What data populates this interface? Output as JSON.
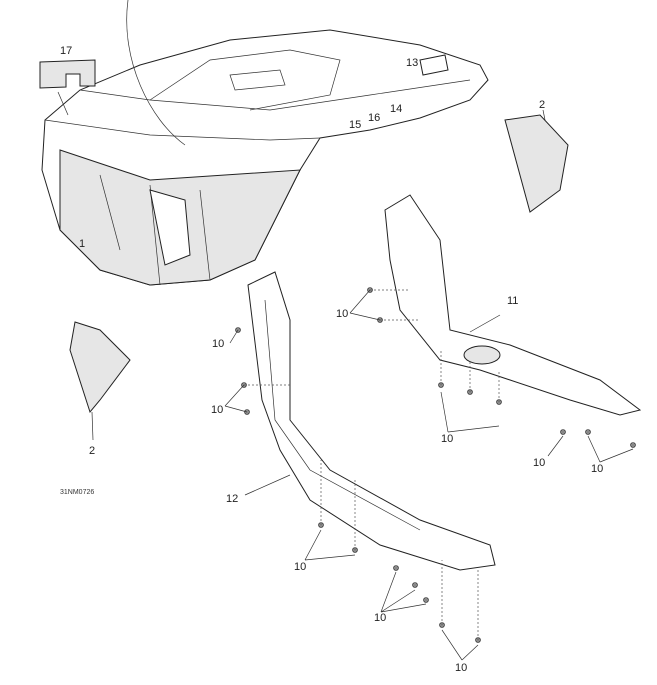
{
  "diagram": {
    "code": "31NM0726",
    "callouts": {
      "hull": "1",
      "panel_right": "2",
      "panel_left": "2",
      "rail_right": "11",
      "rail_left": "12",
      "bracket": "13",
      "nut": "14",
      "clip": "15",
      "screw_small": "16",
      "foam": "17",
      "screw_a": "10",
      "screw_b": "10",
      "screw_c": "10",
      "screw_d": "10",
      "screw_e": "10",
      "screw_f": "10",
      "screw_g": "10",
      "screw_h": "10",
      "screw_i": "10"
    }
  }
}
